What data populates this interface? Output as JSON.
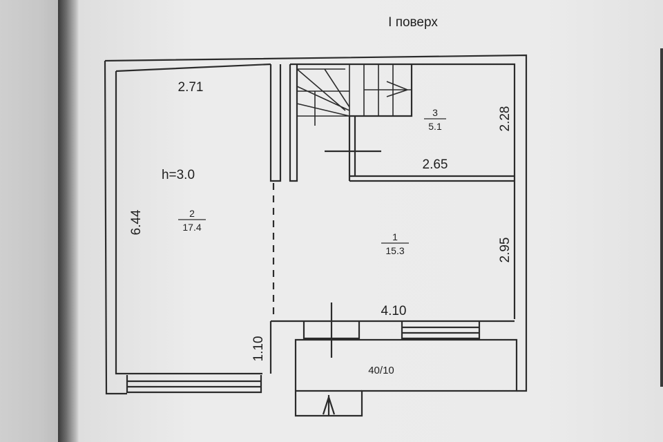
{
  "floor_title": "І поверх",
  "height_label": "h=3.0",
  "dimensions": {
    "room2_width": "2.71",
    "room2_length": "6.44",
    "room3_height": "2.28",
    "room3_width": "2.65",
    "room1_height": "2.95",
    "room1_width": "4.10",
    "entry_length": "1.10",
    "porch": "40/10"
  },
  "rooms": [
    {
      "number": "1",
      "area": "15.3"
    },
    {
      "number": "2",
      "area": "17.4"
    },
    {
      "number": "3",
      "area": "5.1"
    }
  ],
  "colors": {
    "wall": "#2b2b2b",
    "paper": "#ebebeb",
    "spine": "#3a3a3a"
  }
}
